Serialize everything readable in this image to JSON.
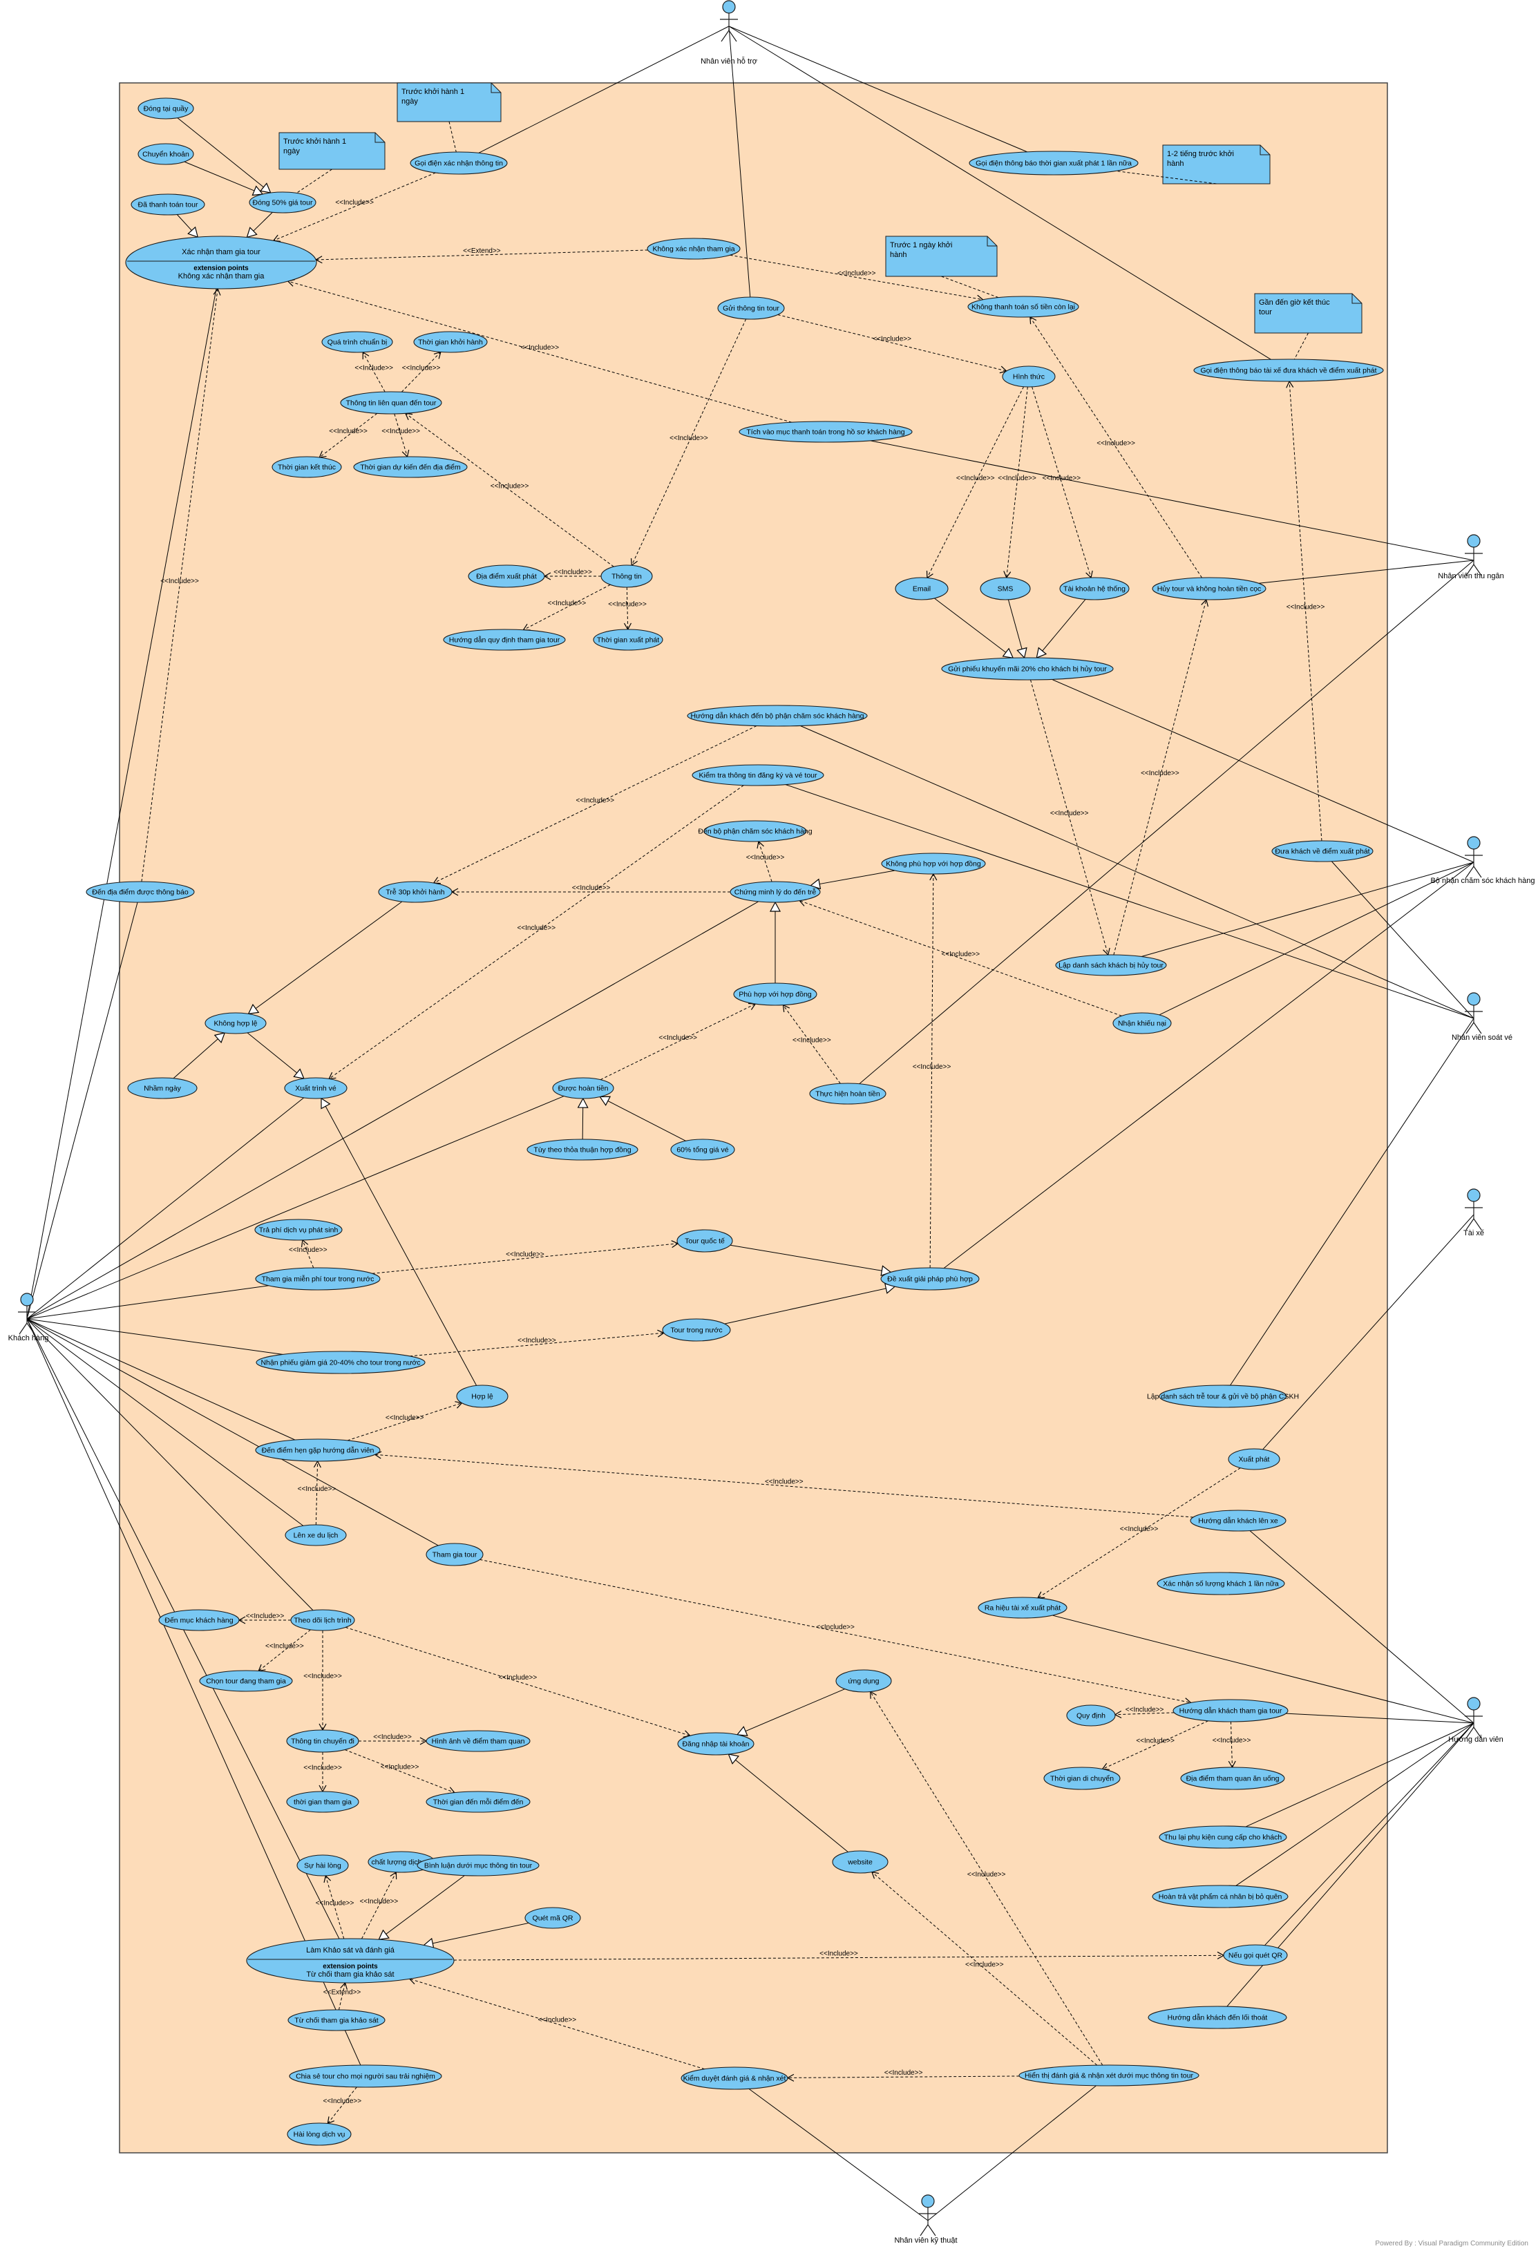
{
  "diagram": {
    "type": "uml-use-case",
    "footer": "Powered By : Visual Paradigm Community Edition",
    "colors": {
      "system_fill": "#fddcb9",
      "usecase_fill": "#79c8f3",
      "note_fill": "#79c8f3",
      "line": "#000000"
    }
  },
  "actors": [
    {
      "id": "nv_ho_tro",
      "label": "Nhân viên hỗ trợ"
    },
    {
      "id": "nv_thu_ngan",
      "label": "Nhân viên thu ngân"
    },
    {
      "id": "bp_cskh",
      "label": "Bộ nhận chăm sóc khách hàng"
    },
    {
      "id": "nv_soat_ve",
      "label": "Nhân viên soát vé"
    },
    {
      "id": "tai_xe",
      "label": "Tài xế"
    },
    {
      "id": "khach_hang",
      "label": "Khách hàng"
    },
    {
      "id": "huong_dan_vien",
      "label": "Hướng dẫn viên"
    },
    {
      "id": "nv_ky_thuat",
      "label": "Nhân viên kỹ thuật"
    }
  ],
  "usecases": [
    {
      "id": "dong_tai_quay",
      "label": "Đóng tại quầy"
    },
    {
      "id": "chuyen_khoan",
      "label": "Chuyển khoản"
    },
    {
      "id": "da_thanh_toan",
      "label": "Đã thanh toán tour"
    },
    {
      "id": "dong_50",
      "label": "Đóng 50% giá tour"
    },
    {
      "id": "goi_xac_nhan",
      "label": "Gọi điện xác nhận thông tin"
    },
    {
      "id": "xac_nhan_tour",
      "label": "Xác nhận tham gia tour",
      "ext_title": "extension points",
      "ext_point": "Không xác nhận tham gia"
    },
    {
      "id": "khong_xac_nhan",
      "label": "Không xác nhận tham gia"
    },
    {
      "id": "goi_thong_tin_tour",
      "label": "Gửi thông tin tour"
    },
    {
      "id": "goi_tg_xuat_phat",
      "label": "Gọi điện thông báo thời gian xuất phát 1 lần nữa"
    },
    {
      "id": "khong_thanh_toan",
      "label": "Không thanh toán số tiền còn lại"
    },
    {
      "id": "goi_tai_xe",
      "label": "Gọi điện thông báo tài xế đưa khách về điểm xuất phát"
    },
    {
      "id": "qua_trinh",
      "label": "Quá trình chuẩn bị"
    },
    {
      "id": "tg_khoi_hanh",
      "label": "Thời gian khởi hành"
    },
    {
      "id": "tt_lien_quan",
      "label": "Thông tin liên quan đến tour"
    },
    {
      "id": "tg_ket_thuc",
      "label": "Thời gian kết thúc"
    },
    {
      "id": "tg_du_kien",
      "label": "Thời gian dự kiến đến địa điểm"
    },
    {
      "id": "hinh_thuc",
      "label": "Hình thức"
    },
    {
      "id": "tich_vao",
      "label": "Tích vào mục thanh toán trong hồ sơ khách hàng"
    },
    {
      "id": "dia_diem_xp",
      "label": "Địa điểm xuất phát"
    },
    {
      "id": "thong_tin",
      "label": "Thông tin"
    },
    {
      "id": "huong_dan_qd",
      "label": "Hướng dẫn quy định tham gia tour"
    },
    {
      "id": "tg_xuat_phat",
      "label": "Thời gian xuất phát"
    },
    {
      "id": "email",
      "label": "Email"
    },
    {
      "id": "sms",
      "label": "SMS"
    },
    {
      "id": "tk_he_thong",
      "label": "Tài khoản hệ thống"
    },
    {
      "id": "huy_tour",
      "label": "Hủy tour và không hoàn tiền cọc"
    },
    {
      "id": "gui_khuyen_mai",
      "label": "Gửi phiếu khuyến mãi 20% cho khách bị hủy tour"
    },
    {
      "id": "hd_cskh",
      "label": "Hướng dẫn khách đến bộ phận chăm sóc khách hàng"
    },
    {
      "id": "kiem_tra_ve",
      "label": "Kiểm tra thông tin đăng ký và vé tour"
    },
    {
      "id": "den_bp_cskh",
      "label": "Đến bộ phận chăm sóc khách hàng"
    },
    {
      "id": "khong_phu_hop",
      "label": "Không phù hợp với hợp đồng"
    },
    {
      "id": "den_dia_diem",
      "label": "Đến địa điểm được thông báo"
    },
    {
      "id": "tre_30p",
      "label": "Trễ 30p khởi hành"
    },
    {
      "id": "chung_minh",
      "label": "Chứng minh lý do đến trễ"
    },
    {
      "id": "dua_khach_ve",
      "label": "Đưa khách về điểm xuất phát"
    },
    {
      "id": "lap_ds_huy",
      "label": "Lập danh sách khách bị hủy tour"
    },
    {
      "id": "phu_hop_hd",
      "label": "Phù hợp với hợp đồng"
    },
    {
      "id": "khong_hop_le",
      "label": "Không hợp lệ"
    },
    {
      "id": "nhan_khieu_nai",
      "label": "Nhận khiếu nại"
    },
    {
      "id": "nham_ngay",
      "label": "Nhầm ngày"
    },
    {
      "id": "xuat_trinh_ve",
      "label": "Xuất trình vé"
    },
    {
      "id": "duoc_hoan_tien",
      "label": "Được hoàn tiền"
    },
    {
      "id": "thuc_hien_hoan",
      "label": "Thực hiện hoàn tiền"
    },
    {
      "id": "tuy_theo",
      "label": "Tùy theo thỏa thuận hợp đồng"
    },
    {
      "id": "60_tong",
      "label": "60% tổng giá vé"
    },
    {
      "id": "tra_phi",
      "label": "Trả phí dịch vụ phát sinh"
    },
    {
      "id": "tour_quoc_te",
      "label": "Tour quốc tế"
    },
    {
      "id": "tham_gia_mien_phi",
      "label": "Tham gia miễn phí tour trong nước"
    },
    {
      "id": "de_xuat",
      "label": "Đề xuất giải pháp phù hợp"
    },
    {
      "id": "tour_trong_nuoc",
      "label": "Tour trong nước"
    },
    {
      "id": "nhan_phieu",
      "label": "Nhận phiếu giảm giá 20-40% cho tour trong nước"
    },
    {
      "id": "hop_le",
      "label": "Hợp lệ"
    },
    {
      "id": "lap_ds_tre",
      "label": "Lập danh sách trễ tour & gửi về bộ phận CSKH"
    },
    {
      "id": "den_diem_hen",
      "label": "Đến điểm hẹn gặp hướng dẫn viên"
    },
    {
      "id": "xuat_phat",
      "label": "Xuất phát"
    },
    {
      "id": "hd_len_xe",
      "label": "Hướng dẫn khách lên xe"
    },
    {
      "id": "len_xe",
      "label": "Lên xe du lịch"
    },
    {
      "id": "tham_gia_tour",
      "label": "Tham gia tour"
    },
    {
      "id": "xac_nhan_sl",
      "label": "Xác nhận số lượng khách 1 lần nữa"
    },
    {
      "id": "ra_hieu",
      "label": "Ra hiệu tài xế xuất phát"
    },
    {
      "id": "den_muc_kh",
      "label": "Đến mục khách hàng"
    },
    {
      "id": "theo_doi",
      "label": "Theo dõi lịch trình"
    },
    {
      "id": "chon_tour",
      "label": "Chọn tour đang tham gia"
    },
    {
      "id": "ung_dung",
      "label": "ứng dụng"
    },
    {
      "id": "quy_dinh",
      "label": "Quy định"
    },
    {
      "id": "hd_tham_gia",
      "label": "Hướng dẫn khách tham gia tour"
    },
    {
      "id": "dang_nhap",
      "label": "Đăng nhập tài khoản"
    },
    {
      "id": "tt_chuyen_di",
      "label": "Thông tin chuyến đi"
    },
    {
      "id": "hinh_anh",
      "label": "Hình ảnh về điểm tham quan"
    },
    {
      "id": "tg_di_chuyen",
      "label": "Thời gian di chuyển"
    },
    {
      "id": "dd_tham_quan",
      "label": "Địa điểm tham quan ăn uống"
    },
    {
      "id": "tg_tham_gia",
      "label": "thời gian tham gia"
    },
    {
      "id": "tg_den_moi",
      "label": "Thời gian đến mỗi điểm đến"
    },
    {
      "id": "thu_lai",
      "label": "Thu lại phụ kiện cung cấp cho khách"
    },
    {
      "id": "website",
      "label": "website"
    },
    {
      "id": "su_hai_long",
      "label": "Sự hài lòng"
    },
    {
      "id": "chat_luong",
      "label": "chất lượng dịch vụ"
    },
    {
      "id": "binh_luan",
      "label": "Bình luận dưới mục thông tin  tour"
    },
    {
      "id": "hoan_tra",
      "label": "Hoàn trả vật phẩm cá nhân bị bỏ quên"
    },
    {
      "id": "quet_qr",
      "label": "Quét mã QR"
    },
    {
      "id": "lam_khao_sat",
      "label": "Làm Khảo sát và đánh giá",
      "ext_title": "extension points",
      "ext_point": "Từ chối tham gia khảo sát"
    },
    {
      "id": "neu_goi_qr",
      "label": "Nếu gọi quét QR"
    },
    {
      "id": "tu_choi",
      "label": "Từ chối tham gia khảo sát"
    },
    {
      "id": "hd_loi_thoat",
      "label": "Hướng dẫn khách đến lối thoát"
    },
    {
      "id": "chia_se",
      "label": "Chia sẻ tour cho mọi người sau trải nghiệm"
    },
    {
      "id": "kiem_duyet",
      "label": "Kiểm duyệt đánh giá & nhận xét"
    },
    {
      "id": "hien_thi",
      "label": "Hiển thị đánh giá & nhận xét dưới mục thông tin tour"
    },
    {
      "id": "hai_long",
      "label": "Hài lòng dịch vụ"
    }
  ],
  "notes": [
    {
      "id": "n1",
      "lines": [
        "Trước khởi hành 1",
        "ngày"
      ]
    },
    {
      "id": "n2",
      "lines": [
        "Trước khởi hành  1",
        "ngày"
      ]
    },
    {
      "id": "n3",
      "lines": [
        "1-2 tiếng trước khởi",
        "hành"
      ]
    },
    {
      "id": "n4",
      "lines": [
        "Trước 1 ngày  khởi",
        "hành"
      ]
    },
    {
      "id": "n5",
      "lines": [
        "Gần đến giờ kết thúc",
        "tour"
      ]
    }
  ],
  "stereotypes": {
    "include": "<<Include>>",
    "extend": "<<Extend>>"
  }
}
